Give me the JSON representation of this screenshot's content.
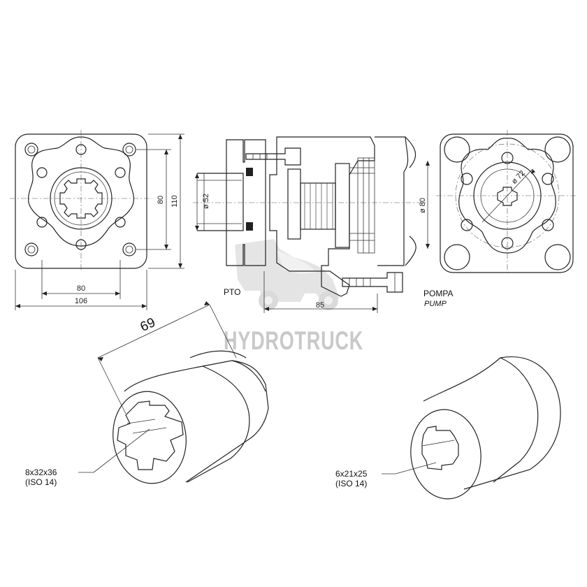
{
  "front_view": {
    "dim_width_inner": "80",
    "dim_width_outer": "106",
    "dim_height_inner": "80",
    "dim_height_outer": "110"
  },
  "section_view": {
    "dim_bore": "ø 52",
    "dim_length": "85",
    "side_left": "PTO",
    "side_right": "POMPA",
    "side_right_en": "PUMP"
  },
  "rear_view": {
    "dim_pcd": "ø 72",
    "dim_pilot": "ø 80"
  },
  "watermark": "HYDROTRUCK",
  "coupling_large": {
    "length": "69",
    "spline": "8x32x36",
    "standard": "(ISO 14)"
  },
  "coupling_small": {
    "spline": "6x21x25",
    "standard": "(ISO 14)"
  }
}
